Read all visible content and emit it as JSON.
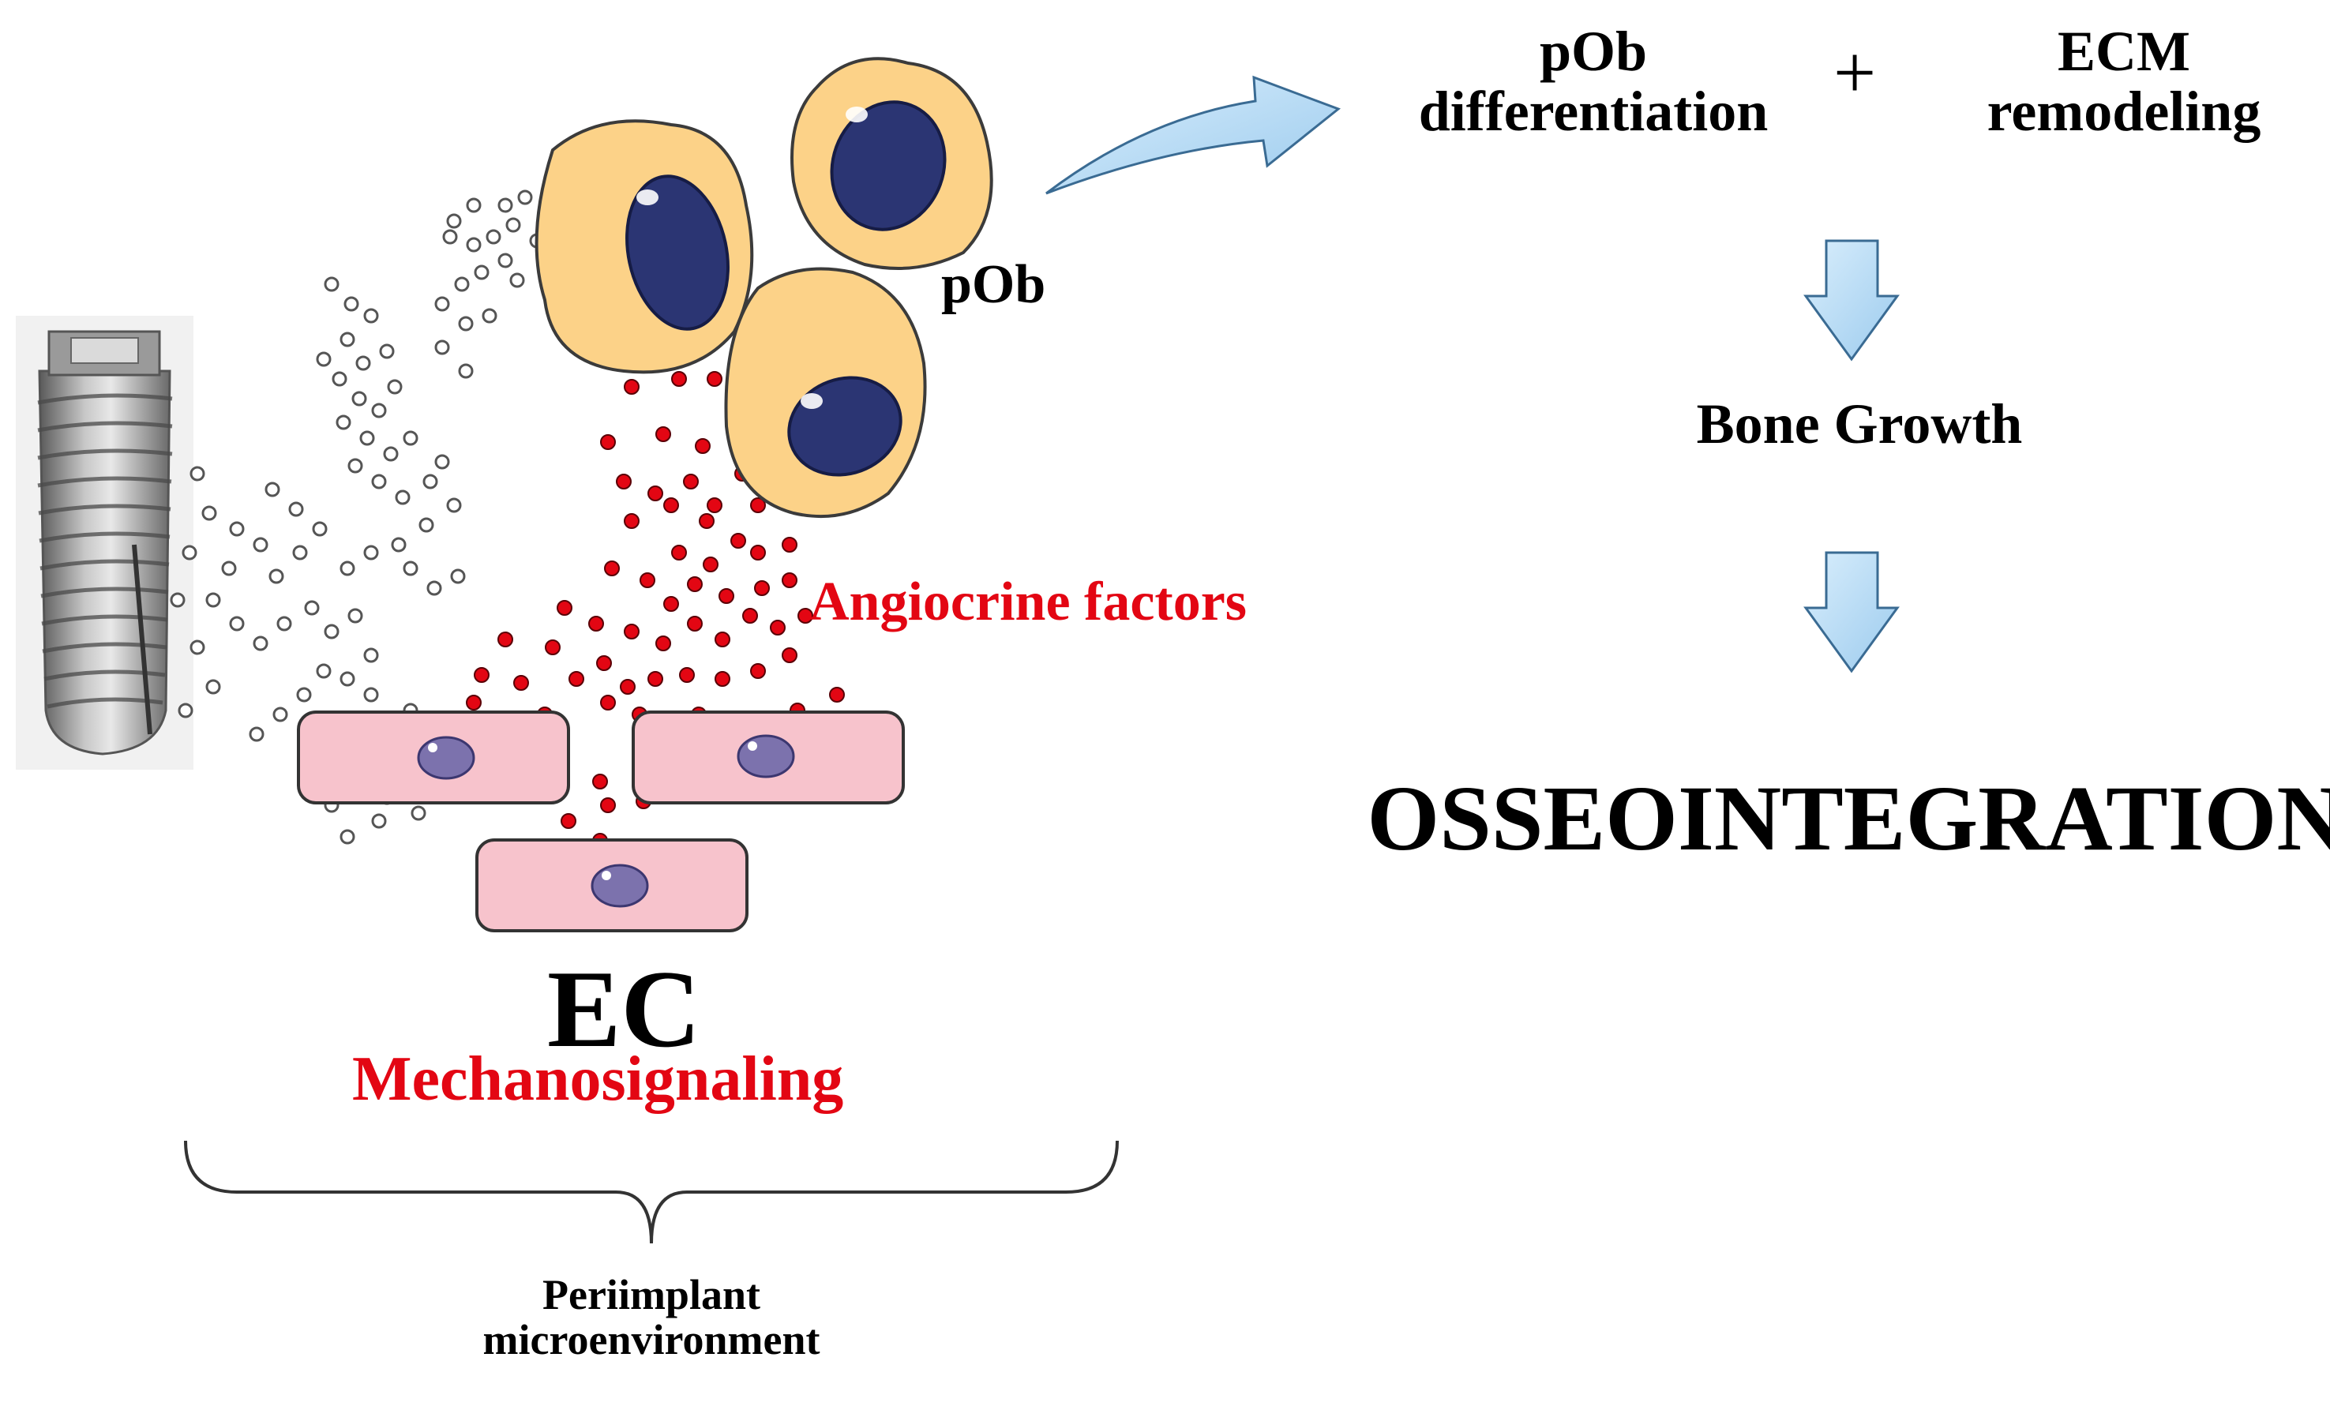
{
  "labels": {
    "pob": "pOb",
    "angiocrine": "Angiocrine factors",
    "ec": "EC",
    "mechanosignaling": "Mechanosignaling",
    "periimplant_line1": "Periimplant",
    "periimplant_line2": "microenvironment",
    "pob_diff_line1": "pOb",
    "pob_diff_line2": "differentiation",
    "plus": "+",
    "ecm_line1": "ECM",
    "ecm_line2": "remodeling",
    "bone_growth": "Bone Growth",
    "osseointegration": "OSSEOINTEGRATION"
  },
  "colors": {
    "cell_fill": "#fcd288",
    "nucleus": "#2b3573",
    "endothelial_fill": "#f7c3cc",
    "endothelial_nucleus": "#7c72ad",
    "angiocrine_dot": "#e30613",
    "arrow_fill": "#b6dcf6",
    "arrow_stroke": "#3a6b93",
    "red_text": "#e30613"
  },
  "icons": {
    "implant": "dental-implant-screw",
    "arrow": "block-arrow",
    "brace": "curly-brace"
  }
}
